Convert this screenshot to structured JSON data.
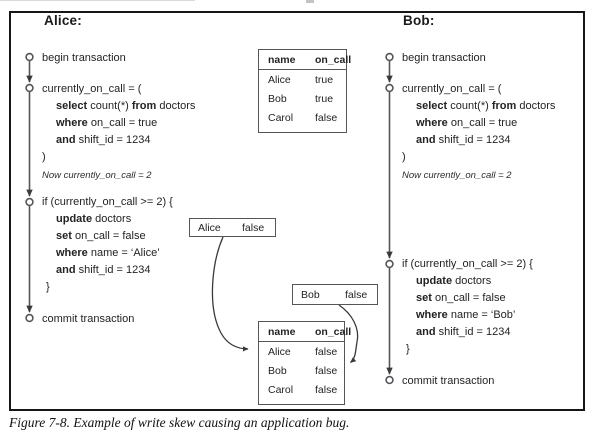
{
  "figure": {
    "caption": "Figure 7-8. Example of write skew causing an application bug."
  },
  "colors": {
    "timeline": "#55565a",
    "arrow": "#3a3a3c",
    "text": "#232323",
    "frame": "#161616"
  },
  "icons": {
    "timeline_node": "open-circle",
    "timeline_arrow": "down-arrowhead"
  },
  "alice": {
    "title": "Alice:",
    "begin": "begin transaction",
    "commit": "commit transaction",
    "query": {
      "open": "currently_on_call = (",
      "select": [
        "select",
        " count(*) ",
        "from",
        " doctors"
      ],
      "where": [
        "where",
        " on_call = true"
      ],
      "and": [
        "and",
        " shift_id = 1234"
      ],
      "close": ")",
      "note": "Now currently_on_call = 2"
    },
    "cond": {
      "open": "if (currently_on_call >= 2) {",
      "update": [
        "update",
        " doctors"
      ],
      "set": [
        "set",
        " on_call = false"
      ],
      "where": [
        "where",
        " name = ‘Alice’"
      ],
      "and": [
        "and",
        " shift_id = 1234"
      ],
      "close": "}"
    },
    "patch": [
      "Alice",
      "false"
    ]
  },
  "bob": {
    "title": "Bob:",
    "begin": "begin transaction",
    "commit": "commit transaction",
    "query": {
      "open": "currently_on_call = (",
      "select": [
        "select",
        " count(*) ",
        "from",
        " doctors"
      ],
      "where": [
        "where",
        " on_call = true"
      ],
      "and": [
        "and",
        " shift_id = 1234"
      ],
      "close": ")",
      "note": "Now currently_on_call = 2"
    },
    "cond": {
      "open": "if (currently_on_call >= 2) {",
      "update": [
        "update",
        " doctors"
      ],
      "set": [
        "set",
        " on_call = false"
      ],
      "where": [
        "where",
        " name = ‘Bob’"
      ],
      "and": [
        "and",
        " shift_id = 1234"
      ],
      "close": "}"
    },
    "patch": [
      "Bob",
      "false"
    ]
  },
  "table_before": {
    "headers": [
      "name",
      "on_call"
    ],
    "rows": [
      [
        "Alice",
        "true"
      ],
      [
        "Bob",
        "true"
      ],
      [
        "Carol",
        "false"
      ]
    ]
  },
  "table_after": {
    "headers": [
      "name",
      "on_call"
    ],
    "rows": [
      [
        "Alice",
        "false"
      ],
      [
        "Bob",
        "false"
      ],
      [
        "Carol",
        "false"
      ]
    ]
  }
}
